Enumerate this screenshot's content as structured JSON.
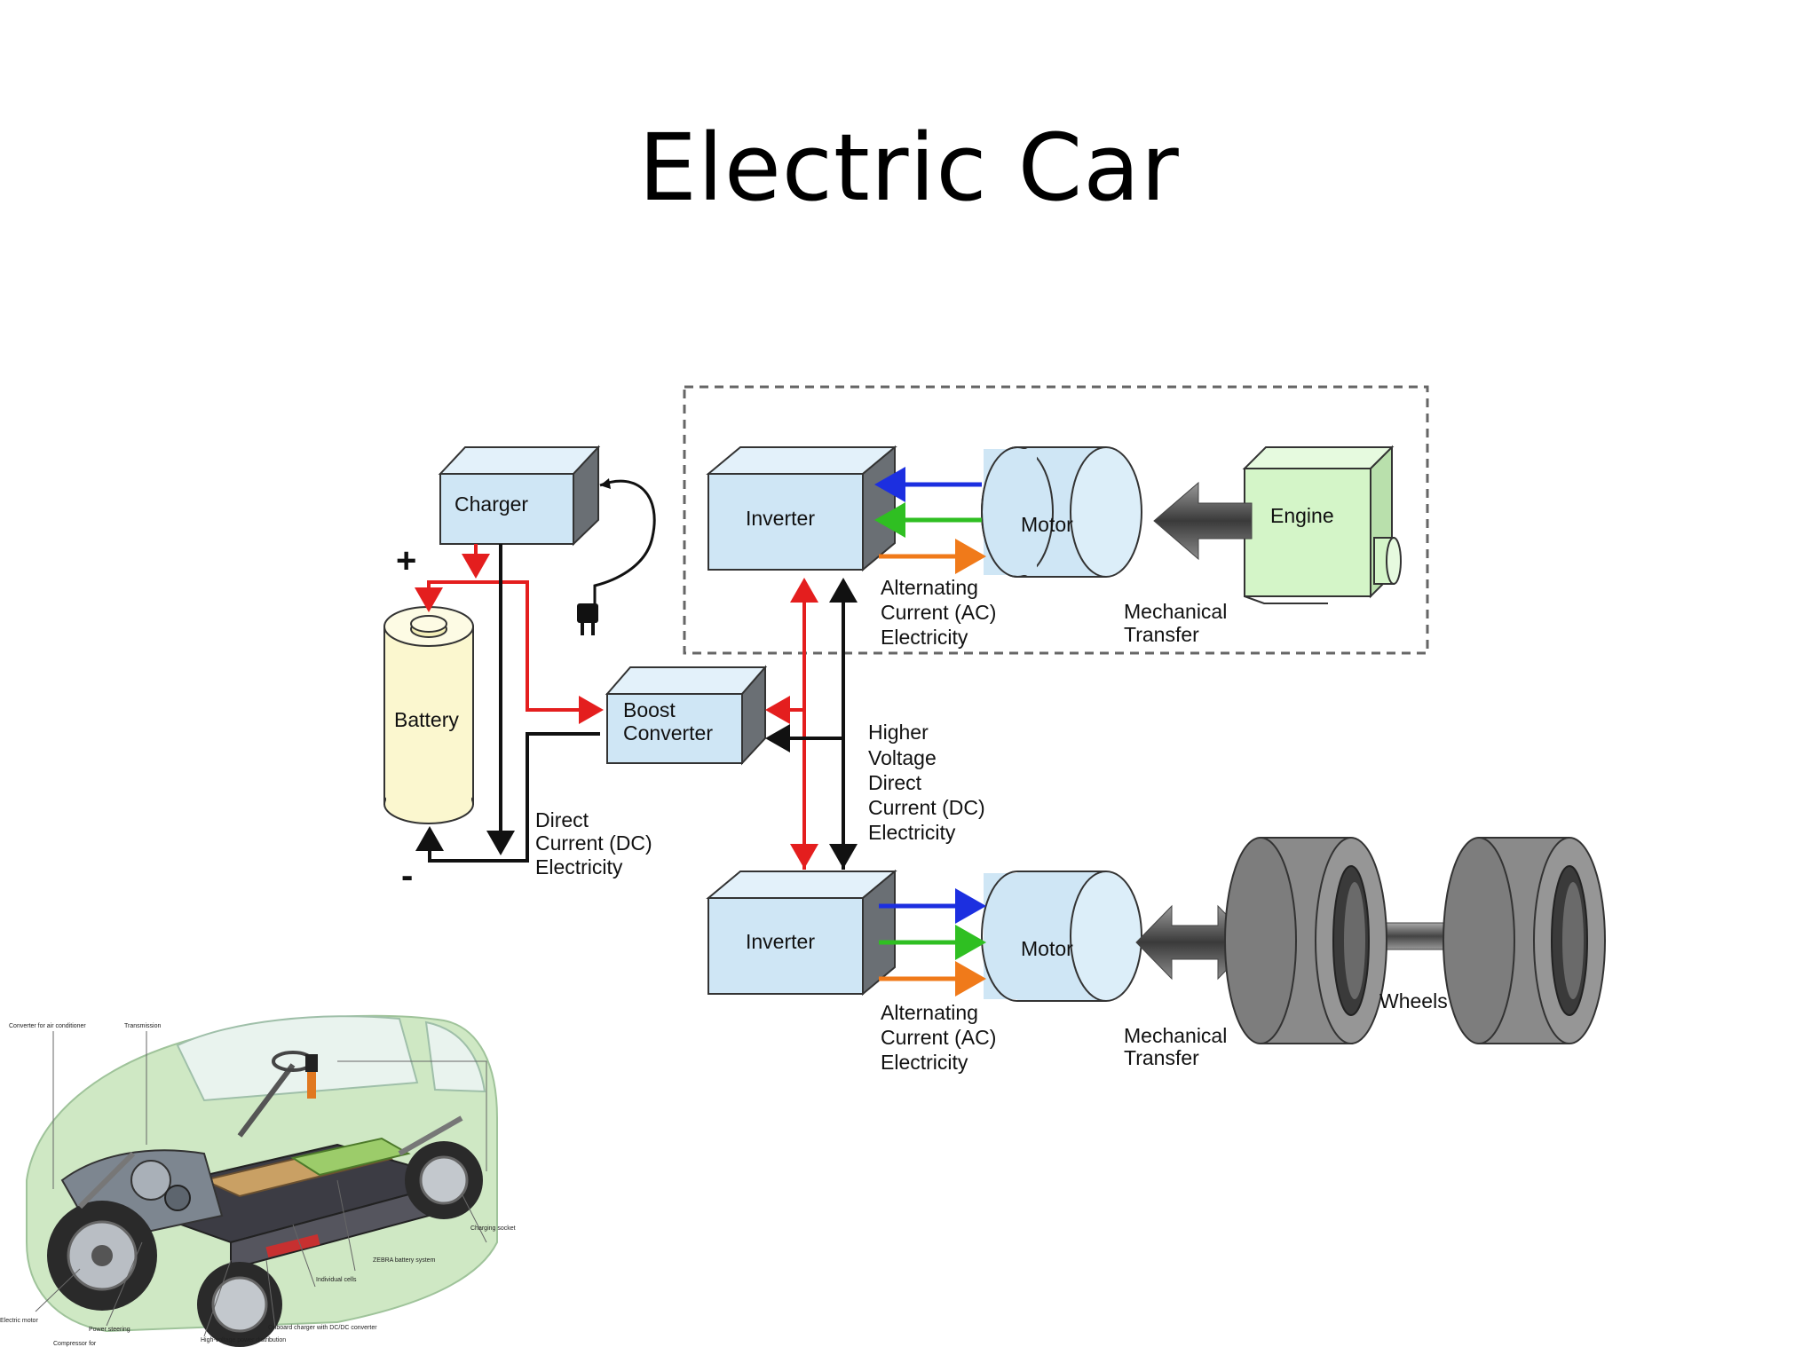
{
  "slide": {
    "title": "Electric Car"
  },
  "diagram": {
    "nodes": {
      "charger": "Charger",
      "battery": "Battery",
      "boost_line1": "Boost",
      "boost_line2": "Converter",
      "inverter_top": "Inverter",
      "inverter_bottom": "Inverter",
      "motor_top": "Motor",
      "motor_bottom": "Motor",
      "engine": "Engine",
      "wheels": "Wheels"
    },
    "polarity": {
      "plus": "+",
      "minus": "-"
    },
    "labels": {
      "dc": [
        "Direct",
        "Current (DC)",
        "Electricity"
      ],
      "hv_dc": [
        "Higher",
        "Voltage",
        "Direct",
        "Current (DC)",
        "Electricity"
      ],
      "ac_top": [
        "Alternating",
        "Current (AC)",
        "Electricity"
      ],
      "ac_bottom": [
        "Alternating",
        "Current (AC)",
        "Electricity"
      ],
      "mech_top": [
        "Mechanical",
        "Transfer"
      ],
      "mech_bottom": [
        "Mechanical",
        "Transfer"
      ]
    },
    "colors": {
      "box_blue": "#cfe6f5",
      "engine_green": "#d4f5c8",
      "battery_yellow": "#fbf7cf",
      "positive_red": "#e41e1e",
      "negative_black": "#111111",
      "ac_blue": "#1c2fe0",
      "ac_green": "#2fbf22",
      "ac_orange": "#f07a1a",
      "wheel_gray": "#8a8a8a"
    }
  },
  "photo_labels": {
    "top": [
      "Converter for air conditioner",
      "Transmission"
    ],
    "right": [
      "Charging socket",
      "ZEBRA battery system",
      "Individual cells"
    ],
    "bottom": [
      "Electric motor",
      "Power steering",
      "Compressor for",
      "High-voltage power distribution",
      "Onboard charger with DC/DC converter"
    ]
  }
}
